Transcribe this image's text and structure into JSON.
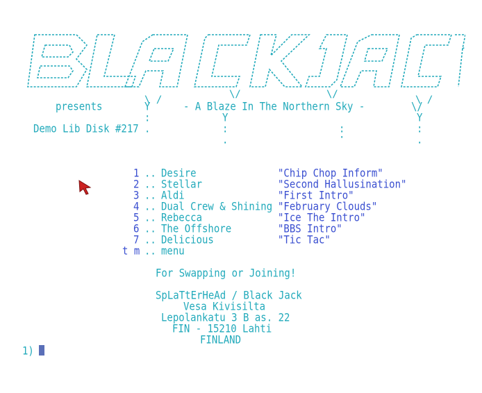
{
  "logo_text": "BLACK JACK",
  "header": {
    "presents": "presents",
    "tagline": "- A Blaze In The Northern Sky -",
    "disk_label": "Demo Lib Disk #217"
  },
  "menu": {
    "items": [
      {
        "num": "1",
        "sep": "..",
        "name": "Desire",
        "title": "\"Chip Chop Inform\""
      },
      {
        "num": "2",
        "sep": "..",
        "name": "Stellar",
        "title": "\"Second Hallusination\""
      },
      {
        "num": "3",
        "sep": "..",
        "name": "Aldi",
        "title": "\"First Intro\""
      },
      {
        "num": "4",
        "sep": "..",
        "name": "Dual Crew & Shining",
        "title": "\"February Clouds\""
      },
      {
        "num": "5",
        "sep": "..",
        "name": "Rebecca",
        "title": "\"Ice The Intro\""
      },
      {
        "num": "6",
        "sep": "..",
        "name": "The Offshore",
        "title": "\"BBS Intro\""
      },
      {
        "num": "7",
        "sep": "..",
        "name": "Delicious",
        "title": "\"Tic Tac\""
      }
    ],
    "extra": {
      "num": "t m",
      "sep": "..",
      "name": "menu"
    }
  },
  "contact": {
    "heading": "For Swapping or Joining!",
    "line1": "SpLaTtErHeAd / Black Jack",
    "line2": "Vesa Kivisilta",
    "line3": "Lepolankatu 3 B as. 22",
    "line4": "FIN - 15210 Lahti",
    "line5": "FINLAND"
  },
  "prompt": {
    "text": "1)"
  },
  "colors": {
    "cyan": "#22aabb",
    "blue": "#3a4fd0",
    "cursor": "#5a6fb8",
    "pointer": "#cc2222"
  }
}
